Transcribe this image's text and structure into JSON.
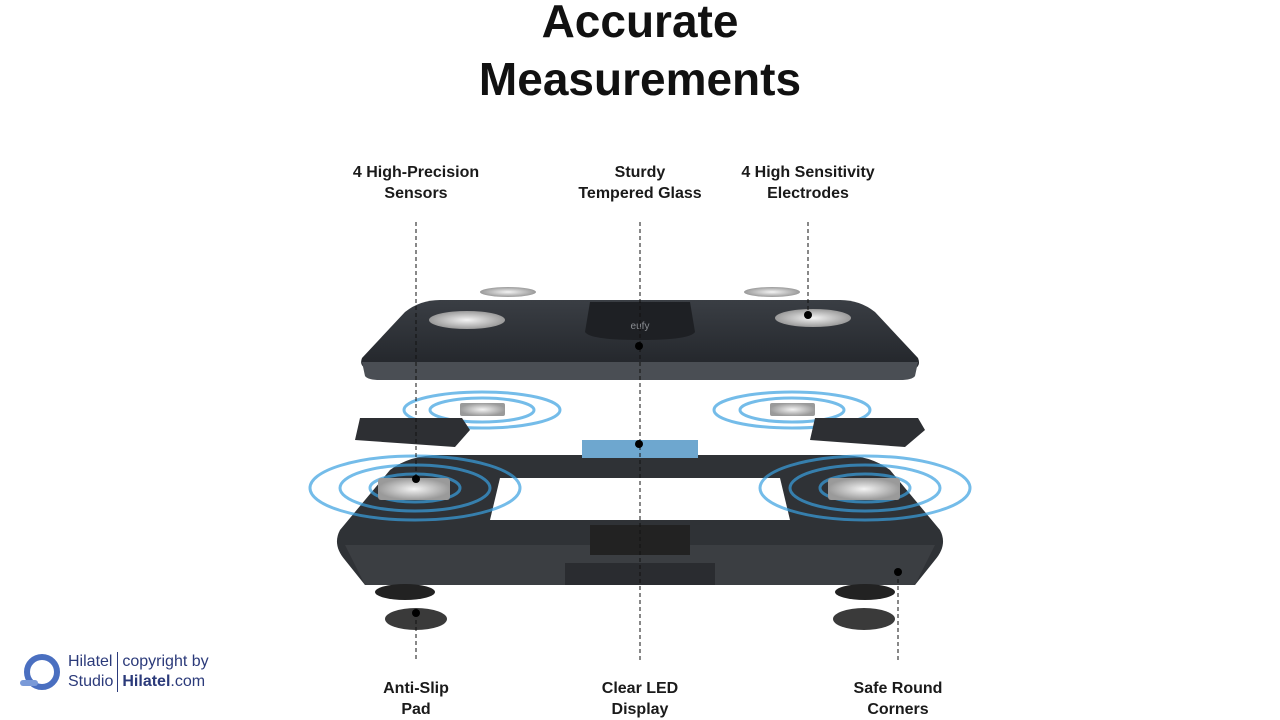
{
  "title": {
    "line1": "Accurate",
    "line2": "Measurements"
  },
  "callouts_top": [
    {
      "line1": "4 High-Precision",
      "line2": "Sensors"
    },
    {
      "line1": "Sturdy",
      "line2": "Tempered Glass"
    },
    {
      "line1": "4 High Sensitivity",
      "line2": "Electrodes"
    }
  ],
  "callouts_bottom": [
    {
      "line1": "Anti-Slip",
      "line2": "Pad"
    },
    {
      "line1": "Clear LED",
      "line2": "Display"
    },
    {
      "line1": "Safe Round",
      "line2": "Corners"
    }
  ],
  "product_logo": "eufy",
  "watermark": {
    "brand1": "Hilatel",
    "brand2": "Studio",
    "copy1": "copyright by",
    "copy2_bold": "Hilatel",
    "copy2_rest": ".com"
  },
  "colors": {
    "glass": "#2a2d31",
    "frame": "#2f3236",
    "signal": "#3aa0e0",
    "text": "#111111",
    "watermark": "#2b3a7a"
  }
}
